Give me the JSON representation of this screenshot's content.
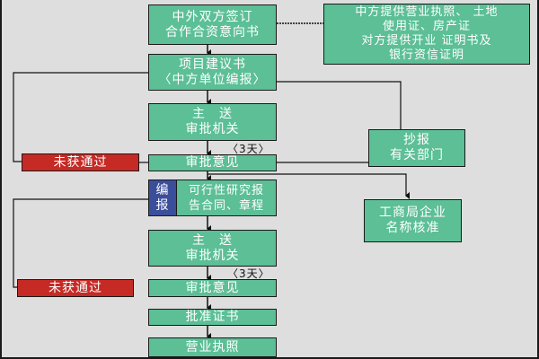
{
  "colors": {
    "step_box": "#5cbf96",
    "rejected_box": "#c62a25",
    "compile_box": "#3b4e9a",
    "background": "#dedede",
    "text": "#ffffff"
  },
  "steps": {
    "sign_intent": [
      "中外双方签订",
      "合作合资意向书"
    ],
    "project_proposal": [
      "项目建议书",
      "〈中方单位编报〉"
    ],
    "submit_authority_1": [
      "主　送",
      "审批机关"
    ],
    "approval_opinion_1": "审批意见",
    "compile_label": [
      "编",
      "报"
    ],
    "feasibility": [
      "可行性研究报",
      "告合同、章程"
    ],
    "submit_authority_2": [
      "主　送",
      "审批机关"
    ],
    "approval_opinion_2": "审批意见",
    "approval_certificate": "批准证书",
    "business_license": "营业执照"
  },
  "side": {
    "documents": [
      "中方提供营业执照、 土地",
      "使用证、房产证",
      "对方提供开业 证明书及",
      "银行资信证明"
    ],
    "copy_report": [
      "抄报",
      "有关部门"
    ],
    "name_approval": [
      "工商局企业",
      "名称核准"
    ],
    "rejected_1": "未获通过",
    "rejected_2": "未获通过"
  },
  "notes": {
    "days_1": "〈3天〉",
    "days_2": "〈3天〉"
  }
}
